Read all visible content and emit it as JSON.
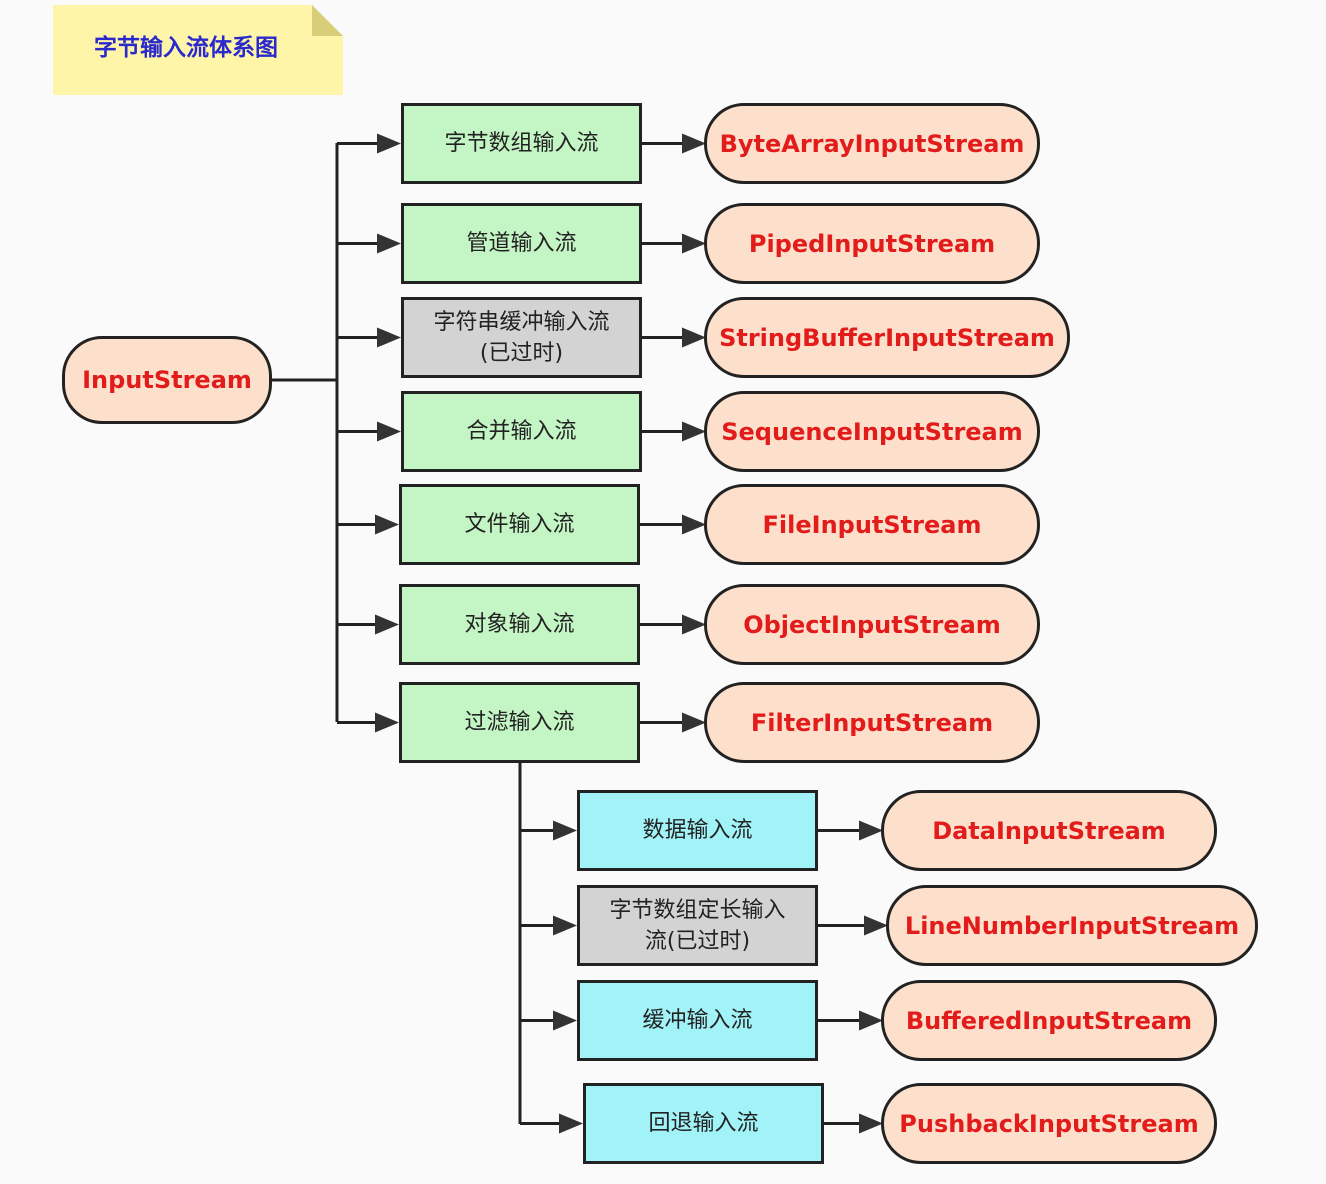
{
  "title": "字节输入流体系图",
  "root": {
    "label": "InputStream"
  },
  "level1": [
    {
      "category": "字节数组输入流",
      "class_name": "ByteArrayInputStream",
      "style": "green"
    },
    {
      "category": "管道输入流",
      "class_name": "PipedInputStream",
      "style": "green"
    },
    {
      "category": "字符串缓冲输入流(已过时)",
      "class_name": "StringBufferInputStream",
      "style": "gray"
    },
    {
      "category": "合并输入流",
      "class_name": "SequenceInputStream",
      "style": "green"
    },
    {
      "category": "文件输入流",
      "class_name": "FileInputStream",
      "style": "green"
    },
    {
      "category": "对象输入流",
      "class_name": "ObjectInputStream",
      "style": "green"
    },
    {
      "category": "过滤输入流",
      "class_name": "FilterInputStream",
      "style": "green"
    }
  ],
  "level2_parent": "过滤输入流",
  "level2": [
    {
      "category": "数据输入流",
      "class_name": "DataInputStream",
      "style": "cyan"
    },
    {
      "category": "字节数组定长输入流(已过时)",
      "class_name": "LineNumberInputStream",
      "style": "gray"
    },
    {
      "category": "缓冲输入流",
      "class_name": "BufferedInputStream",
      "style": "cyan"
    },
    {
      "category": "回退输入流",
      "class_name": "PushbackInputStream",
      "style": "cyan"
    }
  ],
  "colors": {
    "title_text": "#2a2acc",
    "class_text": "#e21b1b",
    "pill_fill": "#fde0cc",
    "green_fill": "#c4f5c4",
    "gray_fill": "#d3d3d3",
    "cyan_fill": "#a2f3f8",
    "note_fill": "#fff5a8"
  }
}
